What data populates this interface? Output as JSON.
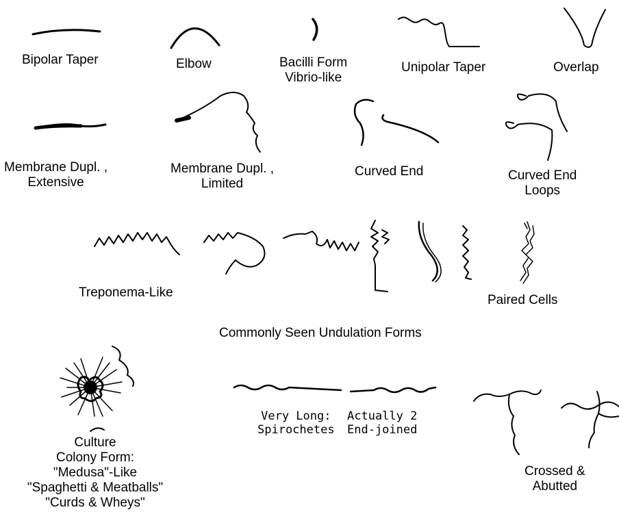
{
  "labels": {
    "bipolar_taper": "Bipolar Taper",
    "elbow": "Elbow",
    "bacilli_form": [
      "Bacilli Form",
      "Vibrio-like"
    ],
    "unipolar_taper": "Unipolar Taper",
    "overlap": "Overlap",
    "membrane_dupl_extensive": [
      "Membrane Dupl. ,",
      "Extensive"
    ],
    "membrane_dupl_limited": [
      "Membrane Dupl. ,",
      "Limited"
    ],
    "curved_end": "Curved End",
    "curved_end_loops": [
      "Curved End",
      "Loops"
    ],
    "treponema_like": "Treponema-Like",
    "paired_cells": "Paired Cells",
    "undulation_heading": "Commonly Seen Undulation Forms",
    "very_long": [
      "Very Long:",
      "Spirochetes"
    ],
    "actually_2": [
      "Actually 2",
      "End-joined"
    ],
    "culture_colony": [
      "Culture",
      "Colony Form:",
      "\"Medusa\"-Like",
      "\"Spaghetti & Meatballs\"",
      "\"Curds & Wheys\""
    ],
    "crossed_abutted": [
      "Crossed &",
      "Abutted"
    ]
  }
}
